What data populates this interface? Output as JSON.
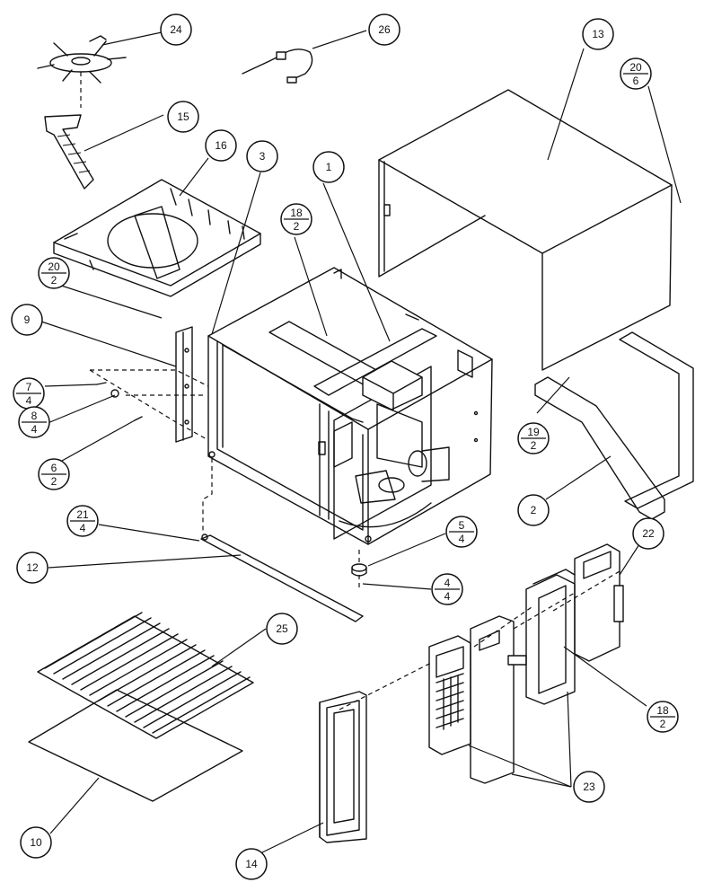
{
  "callouts": [
    {
      "id": "c24",
      "top": "24"
    },
    {
      "id": "c26",
      "top": "26"
    },
    {
      "id": "c13",
      "top": "13"
    },
    {
      "id": "c20a",
      "top": "20",
      "bottom": "6"
    },
    {
      "id": "c15",
      "top": "15"
    },
    {
      "id": "c16",
      "top": "16"
    },
    {
      "id": "c3",
      "top": "3"
    },
    {
      "id": "c1",
      "top": "1"
    },
    {
      "id": "c18a",
      "top": "18",
      "bottom": "2"
    },
    {
      "id": "c20b",
      "top": "20",
      "bottom": "2"
    },
    {
      "id": "c9",
      "top": "9"
    },
    {
      "id": "c7",
      "top": "7",
      "bottom": "4"
    },
    {
      "id": "c8",
      "top": "8",
      "bottom": "4"
    },
    {
      "id": "c6",
      "top": "6",
      "bottom": "2"
    },
    {
      "id": "c19",
      "top": "19",
      "bottom": "2"
    },
    {
      "id": "c2",
      "top": "2"
    },
    {
      "id": "c21",
      "top": "21",
      "bottom": "4"
    },
    {
      "id": "c12",
      "top": "12"
    },
    {
      "id": "c5",
      "top": "5",
      "bottom": "4"
    },
    {
      "id": "c4",
      "top": "4",
      "bottom": "4"
    },
    {
      "id": "c22",
      "top": "22"
    },
    {
      "id": "c25",
      "top": "25"
    },
    {
      "id": "c18b",
      "top": "18",
      "bottom": "2"
    },
    {
      "id": "c23",
      "top": "23"
    },
    {
      "id": "c10",
      "top": "10"
    },
    {
      "id": "c14",
      "top": "14"
    }
  ]
}
